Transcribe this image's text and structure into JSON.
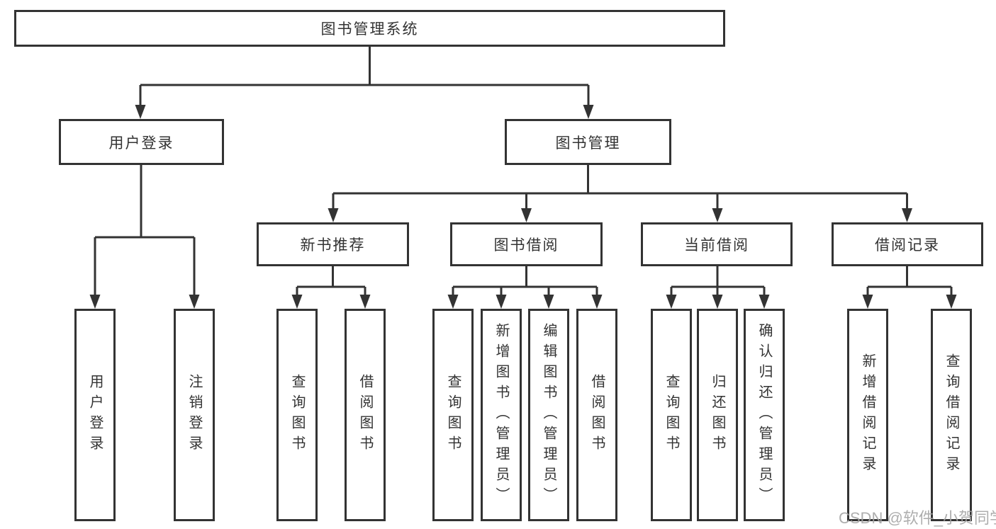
{
  "tree": {
    "label": "图书管理系统",
    "children": [
      {
        "label": "用户登录",
        "children": [
          {
            "label": "用户登录"
          },
          {
            "label": "注销登录"
          }
        ]
      },
      {
        "label": "图书管理",
        "children": [
          {
            "label": "新书推荐",
            "children": [
              {
                "label": "查询图书"
              },
              {
                "label": "借阅图书"
              }
            ]
          },
          {
            "label": "图书借阅",
            "children": [
              {
                "label": "查询图书"
              },
              {
                "label": "新增图书（管理员）"
              },
              {
                "label": "编辑图书（管理员）"
              },
              {
                "label": "借阅图书"
              }
            ]
          },
          {
            "label": "当前借阅",
            "children": [
              {
                "label": "查询图书"
              },
              {
                "label": "归还图书"
              },
              {
                "label": "确认归还（管理员）"
              }
            ]
          },
          {
            "label": "借阅记录",
            "children": [
              {
                "label": "新增借阅记录"
              },
              {
                "label": "查询借阅记录"
              }
            ]
          }
        ]
      }
    ]
  },
  "watermark": {
    "text": "CSDN @软件_小贺同学"
  },
  "colors": {
    "line": "#333333",
    "box_border": "#333333",
    "text": "#333333",
    "watermark": "#a5a5a5",
    "background": "#ffffff"
  }
}
